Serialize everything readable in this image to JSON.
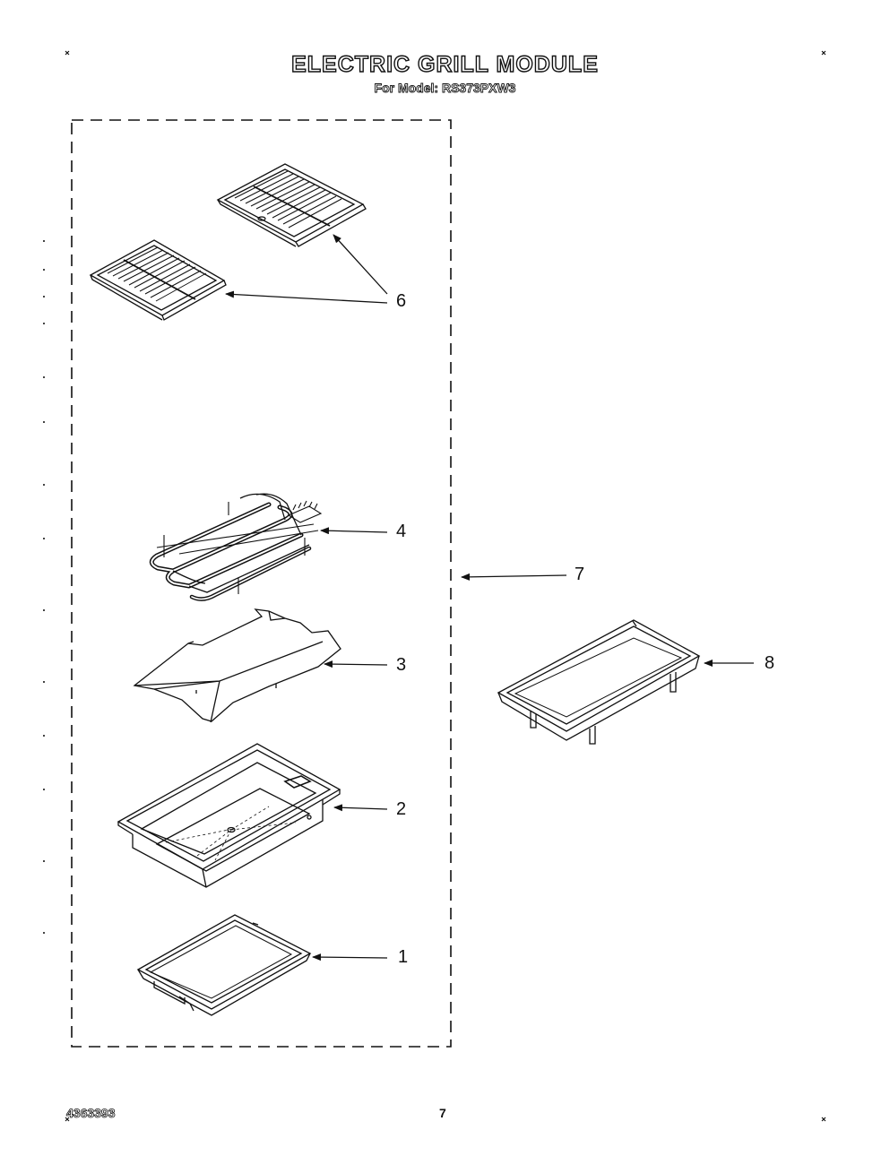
{
  "header": {
    "title": "ELECTRIC GRILL MODULE",
    "subtitle": "For Model: RS373PXW3"
  },
  "footer": {
    "code": "4363393",
    "page_number": "7"
  },
  "callouts": [
    {
      "id": "1",
      "label": "1"
    },
    {
      "id": "2",
      "label": "2"
    },
    {
      "id": "3",
      "label": "3"
    },
    {
      "id": "4",
      "label": "4"
    },
    {
      "id": "6",
      "label": "6"
    },
    {
      "id": "7",
      "label": "7"
    },
    {
      "id": "8",
      "label": "8"
    }
  ]
}
